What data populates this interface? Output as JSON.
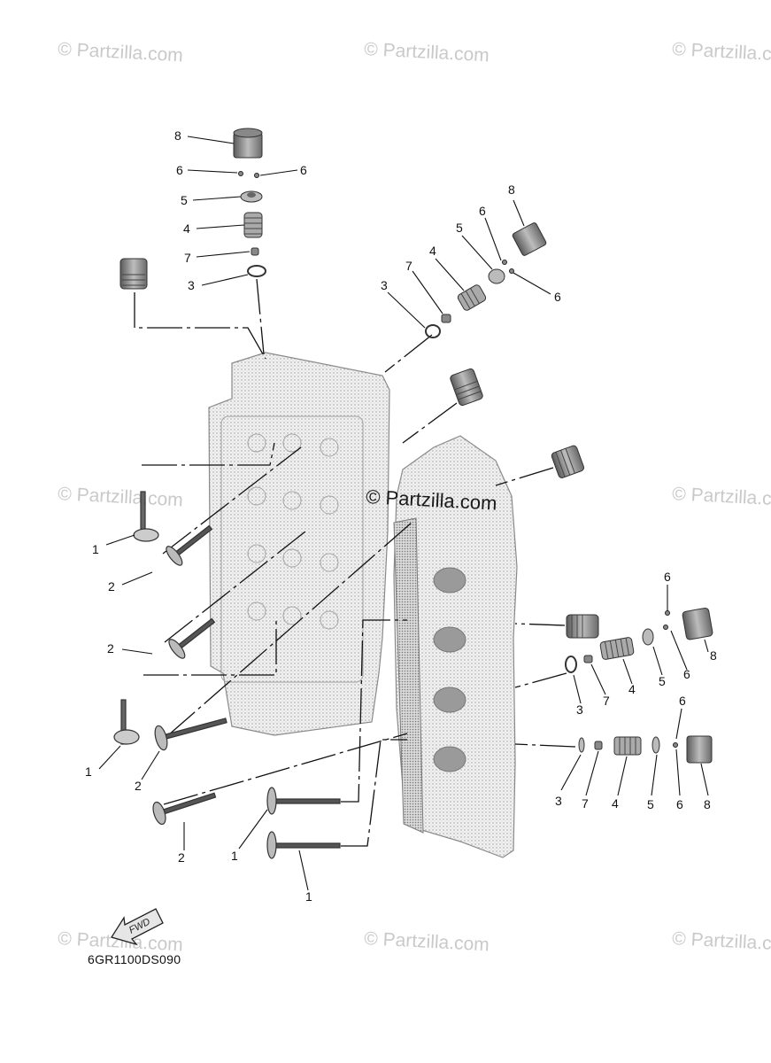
{
  "watermark": "© Partzilla.com",
  "center_watermark": "© Partzilla.com",
  "diagram_code": "6GR1100DS090",
  "fwd_label": "FWD",
  "callouts": {
    "n1": "1",
    "n2": "2",
    "n3": "3",
    "n4": "4",
    "n5": "5",
    "n6": "6",
    "n7": "7",
    "n8": "8"
  }
}
